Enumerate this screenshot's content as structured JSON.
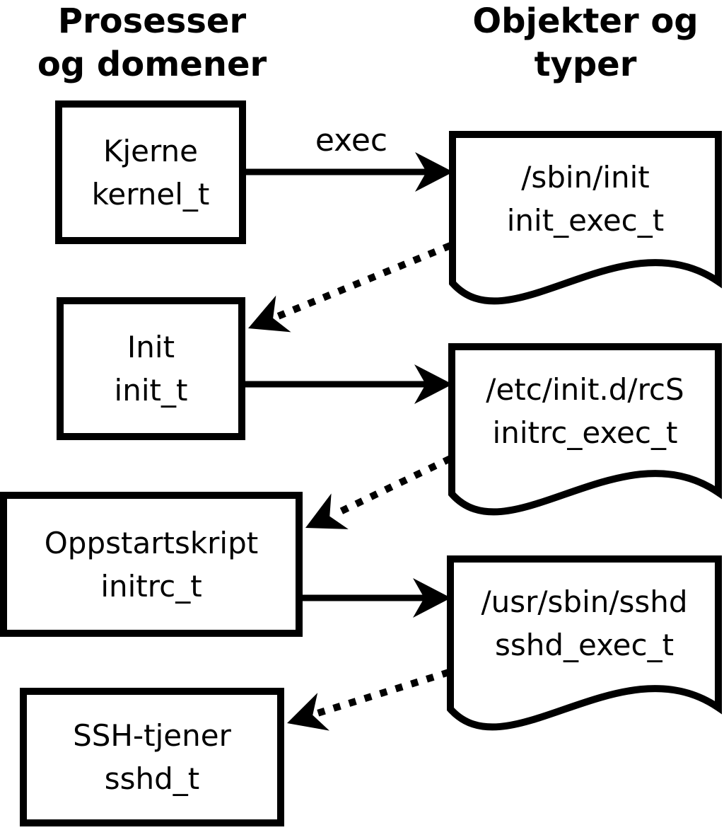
{
  "headers": {
    "left": {
      "line1": "Prosesser",
      "line2": "og domener"
    },
    "right": {
      "line1": "Objekter og",
      "line2": "typer"
    }
  },
  "processes": [
    {
      "name": "Kjerne",
      "type": "kernel_t"
    },
    {
      "name": "Init",
      "type": "init_t"
    },
    {
      "name": "Oppstartskript",
      "type": "initrc_t"
    },
    {
      "name": "SSH-tjener",
      "type": "sshd_t"
    }
  ],
  "objects": [
    {
      "path": "/sbin/init",
      "type": "init_exec_t"
    },
    {
      "path": "/etc/init.d/rcS",
      "type": "initrc_exec_t"
    },
    {
      "path": "/usr/sbin/sshd",
      "type": "sshd_exec_t"
    }
  ],
  "edges": {
    "exec_label": "exec",
    "transitions": [
      {
        "from": "kernel_t",
        "to": "init_exec_t",
        "style": "solid",
        "label": "exec"
      },
      {
        "from": "init_exec_t",
        "to": "init_t",
        "style": "dotted",
        "label": ""
      },
      {
        "from": "init_t",
        "to": "initrc_exec_t",
        "style": "solid",
        "label": ""
      },
      {
        "from": "initrc_exec_t",
        "to": "initrc_t",
        "style": "dotted",
        "label": ""
      },
      {
        "from": "initrc_t",
        "to": "sshd_exec_t",
        "style": "solid",
        "label": ""
      },
      {
        "from": "sshd_exec_t",
        "to": "sshd_t",
        "style": "dotted",
        "label": ""
      }
    ]
  },
  "colors": {
    "ink": "#000000",
    "background": "#ffffff"
  }
}
